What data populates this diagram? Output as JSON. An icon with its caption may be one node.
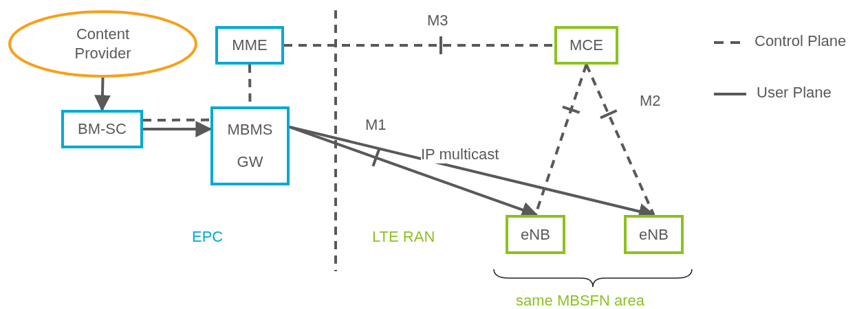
{
  "diagram": {
    "nodes": [
      {
        "text": [
          "Content Provider"
        ]
      },
      {
        "text": [
          "MME"
        ]
      },
      {
        "text": [
          "BM-SC"
        ]
      },
      {
        "text": [
          "MBMS",
          "GW"
        ]
      },
      {
        "text": [
          "MCE"
        ]
      },
      {
        "text": [
          "eNB"
        ]
      },
      {
        "text": [
          "eNB"
        ]
      }
    ],
    "edges": [
      {
        "from": 0,
        "to": 2,
        "arrow": "to"
      },
      {
        "from": 2,
        "to": 3,
        "arrow": "to"
      },
      {
        "from": 2,
        "to": 3,
        "arrow": "none",
        "style": "dashed"
      },
      {
        "from": 1,
        "to": 3,
        "arrow": "none",
        "style": "dashed"
      },
      {
        "from": 1,
        "to": 4,
        "arrow": "none",
        "style": "dashed"
      },
      {
        "from": 3,
        "to": 5,
        "arrow": "to"
      },
      {
        "from": 3,
        "to": 6,
        "arrow": "to"
      },
      {
        "from": 4,
        "to": 5,
        "arrow": "none",
        "style": "dashed"
      },
      {
        "from": 4,
        "to": 6,
        "arrow": "none",
        "style": "dashed"
      }
    ],
    "labels": [
      "M3",
      "M2",
      "M1",
      "IP multicast",
      "EPC",
      "LTE RAN",
      "same MBSFN area"
    ],
    "legend": [
      {
        "text": "Control Plane"
      },
      {
        "text": "User Plane"
      }
    ]
  }
}
